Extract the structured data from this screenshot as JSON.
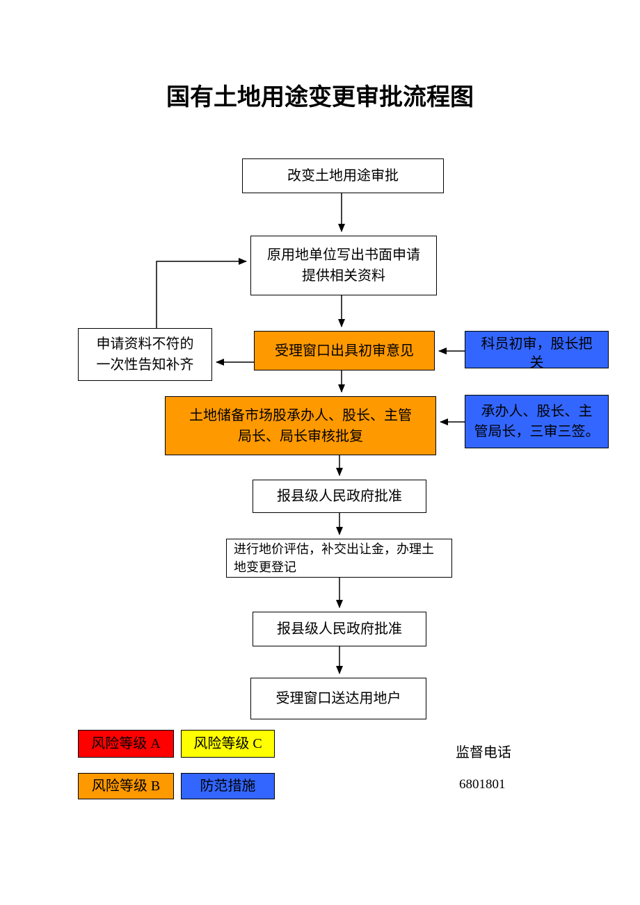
{
  "title": "国有土地用途变更审批流程图",
  "flow": {
    "step1": {
      "label": "改变土地用途审批"
    },
    "step2": {
      "lines": [
        "原用地单位写出书面申请",
        "提供相关资料"
      ]
    },
    "step3": {
      "label": "受理窗口出具初审意见"
    },
    "reject_note": {
      "lines": [
        "申请资料不符的",
        "一次性告知补齐"
      ]
    },
    "note1": {
      "lines": [
        "科员初审，股长把",
        "关"
      ]
    },
    "step4": {
      "lines": [
        "土地储备市场股承办人、股长、主管",
        "局长、局长审核批复"
      ]
    },
    "note2": {
      "lines": [
        "承办人、股长、主",
        "管局长，三审三签。"
      ]
    },
    "step5": {
      "label": "报县级人民政府批准"
    },
    "step6": {
      "lines": [
        "进行地价评估，补交出让金，办理土",
        "地变更登记"
      ]
    },
    "step7": {
      "label": "报县级人民政府批准"
    },
    "step8": {
      "label": "受理窗口送达用地户"
    }
  },
  "legend": {
    "risk_a": "风险等级 A",
    "risk_c": "风险等级 C",
    "risk_b": "风险等级 B",
    "measures": "防范措施"
  },
  "footer": {
    "supervision_label": "监督电话",
    "phone": "6801801"
  },
  "colors": {
    "orange": "#FF9900",
    "blue": "#3366FF",
    "red": "#FF0000",
    "yellow": "#FFFF00"
  }
}
